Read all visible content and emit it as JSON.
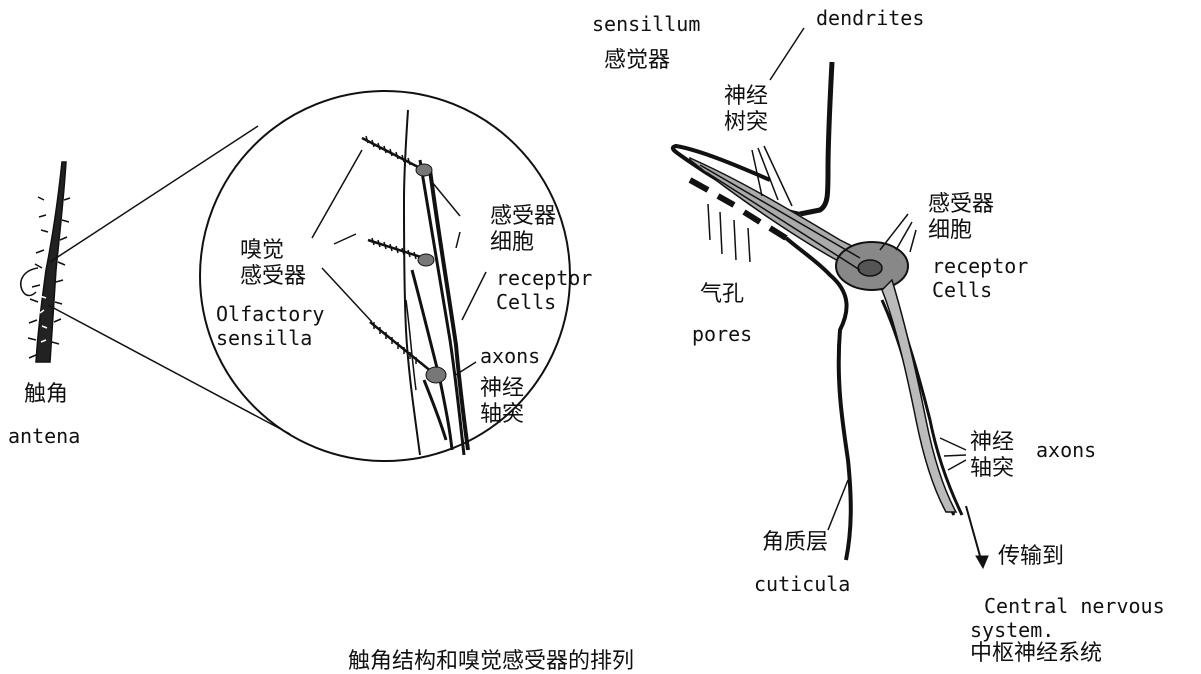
{
  "labels": {
    "antenna_zh": "触角",
    "antenna_en": "antena",
    "olfactory_zh_line1": "嗅觉",
    "olfactory_zh_line2": "感受器",
    "olfactory_en_line1": "Olfactory",
    "olfactory_en_line2": "sensilla",
    "receptor_zh_left_line1": "感受器",
    "receptor_zh_left_line2": "细胞",
    "receptor_en_left_line1": "receptor",
    "receptor_en_left_line2": "Cells",
    "axons_en_left": "axons",
    "axons_zh_left_line1": "神经",
    "axons_zh_left_line2": "轴突",
    "sensillum_en": "sensillum",
    "sensillum_zh": "感觉器",
    "dendrites_en": "dendrites",
    "dendrites_zh_line1": "神经",
    "dendrites_zh_line2": "树突",
    "receptor_zh_right_line1": "感受器",
    "receptor_zh_right_line2": "细胞",
    "receptor_en_right_line1": "receptor",
    "receptor_en_right_line2": "Cells",
    "pores_zh": "气孔",
    "pores_en": "pores",
    "axons_zh_right_line1": "神经",
    "axons_zh_right_line2": "轴突",
    "axons_en_right": "axons",
    "cuticula_zh": "角质层",
    "cuticula_en": "cuticula",
    "transmit_zh": "传输到",
    "cns_en_line1": "Central nervous",
    "cns_en_line2": "system.",
    "cns_zh": "中枢神经系统"
  },
  "caption": "触角结构和嗅觉感受器的排列"
}
